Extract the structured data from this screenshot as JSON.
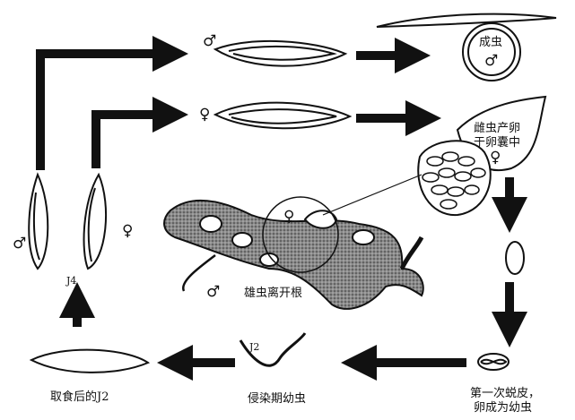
{
  "labels": {
    "adult": "成虫",
    "female_lays_eggs_line1": "雌虫产卵",
    "female_lays_eggs_line2": "于卵囊中",
    "male_leaves_root": "雄虫离开根",
    "j4": "J4",
    "j2": "J2",
    "fed_j2": "取食后的J2",
    "infective_juvenile": "侵染期幼虫",
    "first_molt_line1": "第一次蜕皮，",
    "first_molt_line2": "卵成为幼虫"
  },
  "symbols": {
    "male": "♂",
    "female": "♀"
  },
  "colors": {
    "ink": "#111111",
    "root_fill": "#7a7a7a"
  }
}
